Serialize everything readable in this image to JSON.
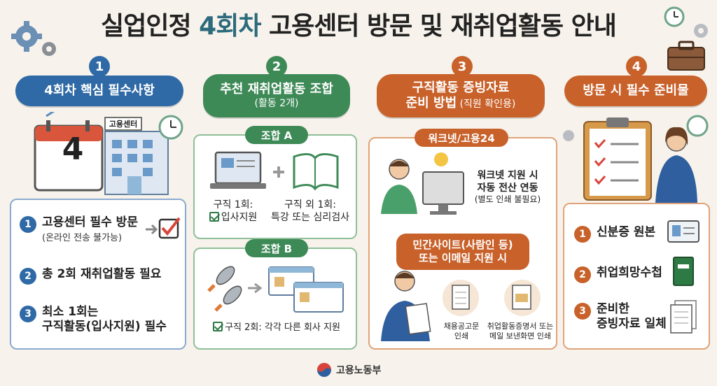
{
  "title": {
    "prefix": "실업인정 ",
    "highlight": "4회차",
    "suffix": " 고용센터 방문 및 재취업활동 안내"
  },
  "colors": {
    "blue": "#2f6aa6",
    "green": "#3e8a57",
    "orange": "#c8612a",
    "title_accent": "#2c6a7c"
  },
  "sections": [
    {
      "number": "1",
      "banner": "4회차 핵심 필수사항",
      "building_sign": "고용센터",
      "calendar_number": "4",
      "items": [
        {
          "n": "1",
          "title": "고용센터 필수 방문",
          "sub": "(온라인 전송 불가능)"
        },
        {
          "n": "2",
          "title": "총 2회 재취업활동 필요"
        },
        {
          "n": "3",
          "title": "최소 1회는",
          "title2": "구직활동(입사지원) 필수"
        }
      ]
    },
    {
      "number": "2",
      "banner": "추천 재취업활동 조합",
      "banner_sub": "(활동 2개)",
      "combo_a": {
        "label": "조합 A",
        "left_line1": "구직 1회:",
        "left_line2": "입사지원",
        "right_line1": "구직 외 1회:",
        "right_line2": "특강 또는 심리검사"
      },
      "combo_b": {
        "label": "조합 B",
        "text": "구직 2회: 각각 다른 회사 지원"
      }
    },
    {
      "number": "3",
      "banner_line1": "구직활동 증빙자료",
      "banner_line2": "준비 방법",
      "banner_sub": " (직원 확인용)",
      "worknet": {
        "label": "워크넷/고용24",
        "line1": "워크넷 지원 시",
        "line2": "자동 전산 연동",
        "sub": "(별도 인쇄 불필요)"
      },
      "private": {
        "label_line1": "민간사이트(사람인 등)",
        "label_line2": "또는 이메일 지원 시",
        "doc1_line1": "채용공고문",
        "doc1_line2": "인쇄",
        "doc2_line1": "취업활동증명서 또는",
        "doc2_line2": "메일 보낸화면 인쇄"
      }
    },
    {
      "number": "4",
      "banner": "방문 시 필수 준비물",
      "items": [
        {
          "n": "1",
          "title": "신분증 원본"
        },
        {
          "n": "2",
          "title": "취업희망수첩"
        },
        {
          "n": "3",
          "title": "준비한",
          "title2": "증빙자료 일체"
        }
      ]
    }
  ],
  "footer": {
    "ministry": "고용노동부"
  }
}
